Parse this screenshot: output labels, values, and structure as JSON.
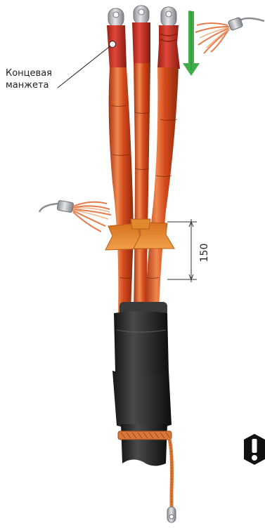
{
  "callout": {
    "line1": "Концевая",
    "line2": "манжета"
  },
  "dimension": {
    "value": "150"
  },
  "colors": {
    "insulation": "#d4491c",
    "insulation_dark": "#a8330f",
    "insulation_light": "#f0884f",
    "sleeve_red": "#c92a1b",
    "lug_metal": "#b9bcc0",
    "glove_orange": "#e67e22",
    "glove_shadow": "#b85e14",
    "heat_shrink_black": "#2a2a2a",
    "arrow_green": "#3fae49",
    "copper": "#d9773a",
    "warning_black": "#111111"
  },
  "icons": {
    "heat_gun_top": "heat-gun-icon",
    "heat_gun_middle": "heat-gun-icon",
    "shrink_direction": "arrow-down-icon",
    "warning": "exclamation-warning-icon"
  }
}
